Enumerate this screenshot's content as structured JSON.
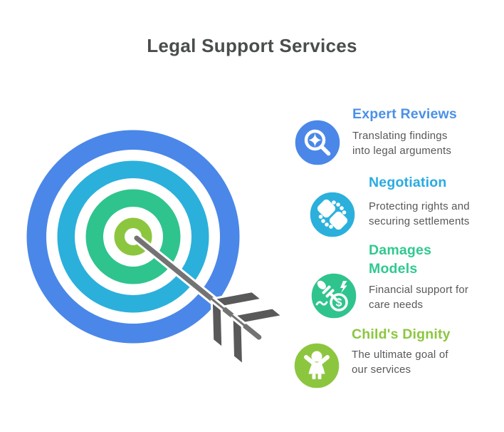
{
  "title": "Legal Support Services",
  "colors": {
    "title_text": "#4A4D4D",
    "body_text": "#58585A",
    "arrow_shaft": "#737373",
    "arrow_fletching": "#595959"
  },
  "target_graphic": {
    "name": "bullseye-with-arrow",
    "rings_outer_to_inner": [
      "#4A87E8",
      "#2BB0DC",
      "#2FC48D",
      "#8CC63F"
    ]
  },
  "items": [
    {
      "heading": "Expert Reviews",
      "heading_color": "#4A90E8",
      "icon": "magnifier-sparkle-icon",
      "icon_bg": "#4A87E8",
      "description_lines": [
        "Translating findings",
        "into legal arguments"
      ]
    },
    {
      "heading": "Negotiation",
      "heading_color": "#29ABE2",
      "icon": "fist-bump-icon",
      "icon_bg": "#2BB0DC",
      "description_lines": [
        "Protecting rights and",
        "securing settlements"
      ]
    },
    {
      "heading": "Damages Models",
      "heading_color": "#2FC98F",
      "icon": "gavel-money-icon",
      "icon_bg": "#2FC48D",
      "description_lines": [
        "Financial support for",
        "care needs"
      ]
    },
    {
      "heading": "Child's Dignity",
      "heading_color": "#8CC63F",
      "icon": "child-icon",
      "icon_bg": "#8CC63F",
      "description_lines": [
        "The ultimate goal of",
        "our services"
      ]
    }
  ]
}
